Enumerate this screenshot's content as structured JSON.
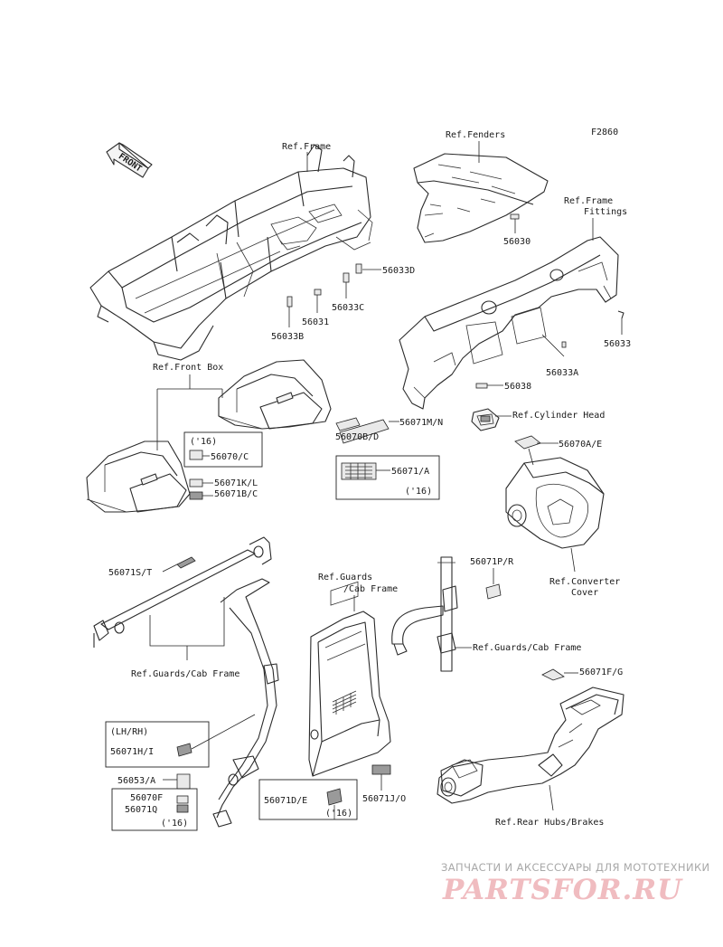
{
  "figure_code": "F2860",
  "front_arrow_label": "FRONT",
  "colors": {
    "line": "#2a2a2a",
    "watermark_text": "#a8a8a8",
    "watermark_logo": "#f0bcc0"
  },
  "refs": {
    "frame": "Ref.Frame",
    "fenders": "Ref.Fenders",
    "frame_fittings_1": "Ref.Frame",
    "frame_fittings_2": "Fittings",
    "front_box": "Ref.Front Box",
    "cylinder_head": "Ref.Cylinder Head",
    "converter_cover_1": "Ref.Converter",
    "converter_cover_2": "Cover",
    "guards_cab_frame_bottom": "Ref.Guards/Cab Frame",
    "guards_cab_frame_door_1": "Ref.Guards",
    "guards_cab_frame_door_2": "/Cab Frame",
    "guards_cab_frame_right": "Ref.Guards/Cab Frame",
    "rear_hubs_brakes": "Ref.Rear Hubs/Brakes"
  },
  "parts": {
    "p56033D": "56033D",
    "p56033C": "56033C",
    "p56031": "56031",
    "p56033B": "56033B",
    "p56030": "56030",
    "p56033": "56033",
    "p56033A": "56033A",
    "p56038": "56038",
    "p56070BD": "56070B/D",
    "p56071MN": "56071M/N",
    "p56070AE": "56070A/E",
    "p56070C": "56070/C",
    "p56071KL": "56071K/L",
    "p56071BC": "56071B/C",
    "p56071A": "56071/A",
    "p56071ST": "56071S/T",
    "p56071PR": "56071P/R",
    "p56071FG": "56071F/G",
    "p56071HI": "56071H/I",
    "p56053A": "56053/A",
    "p56070F": "56070F",
    "p56071Q": "56071Q",
    "p56071DE": "56071D/E",
    "p56071JO": "56071J/O"
  },
  "notes": {
    "year16_a": "('16)",
    "year16_b": "('16)",
    "year16_c": "('16)",
    "year16_d": "('16)",
    "lh_rh": "(LH/RH)"
  },
  "watermark": {
    "tagline": "ЗАПЧАСТИ И АКСЕССУАРЫ ДЛЯ МОТОТЕХНИКИ",
    "logo": "PARTSFOR.RU"
  }
}
